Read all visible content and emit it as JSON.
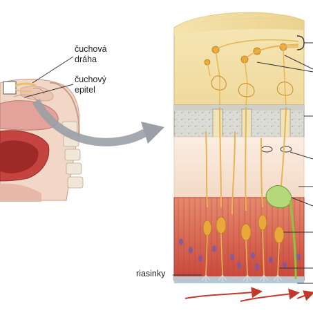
{
  "labels": {
    "olfactory_tract": [
      "čuchová",
      "dráha"
    ],
    "olfactory_epithelium": [
      "čuchový",
      "epitel"
    ],
    "cilia": "riasinky"
  },
  "colors": {
    "leader_line": "#333333",
    "arrow_gray": "#9aa0a6",
    "flow_arrow": "#c0392b",
    "bulb_yellow": "#f3dfa6",
    "bone_gray": "#d9d9d4",
    "mucosa_red": "#d0564a",
    "neuron_orange": "#e8a93a",
    "receptor_green": "#8cc63f",
    "nucleus_purple": "#7b5aa6"
  }
}
